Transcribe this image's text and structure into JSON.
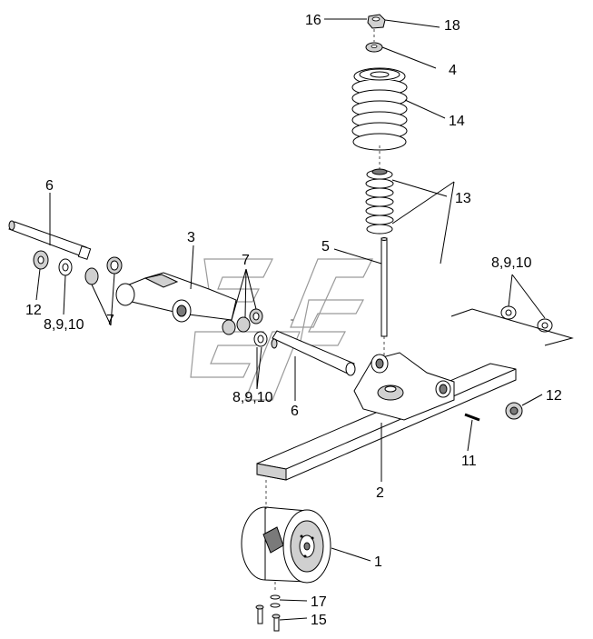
{
  "callouts": {
    "c16": "16",
    "c18": "18",
    "c4": "4",
    "c14": "14",
    "c13": "13",
    "c5": "5",
    "c8910_right": "8,9,10",
    "c6_top": "6",
    "c3": "3",
    "c7_middle": "7",
    "c12_left": "12",
    "c8910_left": "8,9,10",
    "c7_left": "7",
    "c8910_bottom": "8,9,10",
    "c6_bottom": "6",
    "c12_right": "12",
    "c11": "11",
    "c2": "2",
    "c1": "1",
    "c17": "17",
    "c15": "15"
  },
  "colors": {
    "line": "#000000",
    "part_fill": "#ffffff",
    "part_shade": "#d0d0d0",
    "part_dark": "#7a7a7a",
    "watermark": "#9a9a9a"
  }
}
